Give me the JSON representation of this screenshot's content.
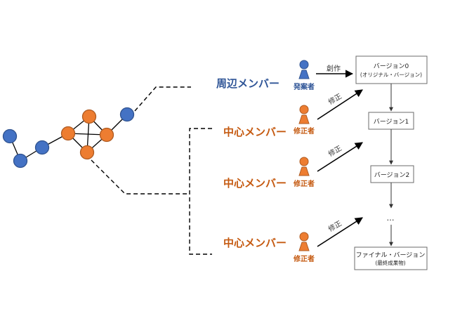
{
  "colors": {
    "blue": "#2f5597",
    "orange": "#c55a11",
    "orange_fill": "#ed7d31",
    "blue_fill": "#4472c4",
    "line": "#000000",
    "box_border": "#6b6b6b"
  },
  "roles": {
    "peripheral": "周辺メンバー",
    "core_1": "中心メンバー",
    "core_2": "中心メンバー",
    "core_3": "中心メンバー"
  },
  "people": {
    "proposer": {
      "label": "発案者",
      "icon": "person-icon"
    },
    "modifier_1": {
      "label": "修正者",
      "icon": "person-icon"
    },
    "modifier_2": {
      "label": "修正者",
      "icon": "person-icon"
    },
    "modifier_3": {
      "label": "修正者",
      "icon": "person-icon"
    }
  },
  "edges": {
    "create": "創作",
    "modify_1": "修正",
    "modify_2": "修正",
    "modify_3": "修正"
  },
  "versions": {
    "v0_title": "バージョン0",
    "v0_sub": "(オリジナル・バージョン)",
    "v1": "バージョン1",
    "v2": "バージョン2",
    "ellipsis": "…",
    "final_title": "ファイナル・バージョン",
    "final_sub": "(最終成果物)"
  }
}
